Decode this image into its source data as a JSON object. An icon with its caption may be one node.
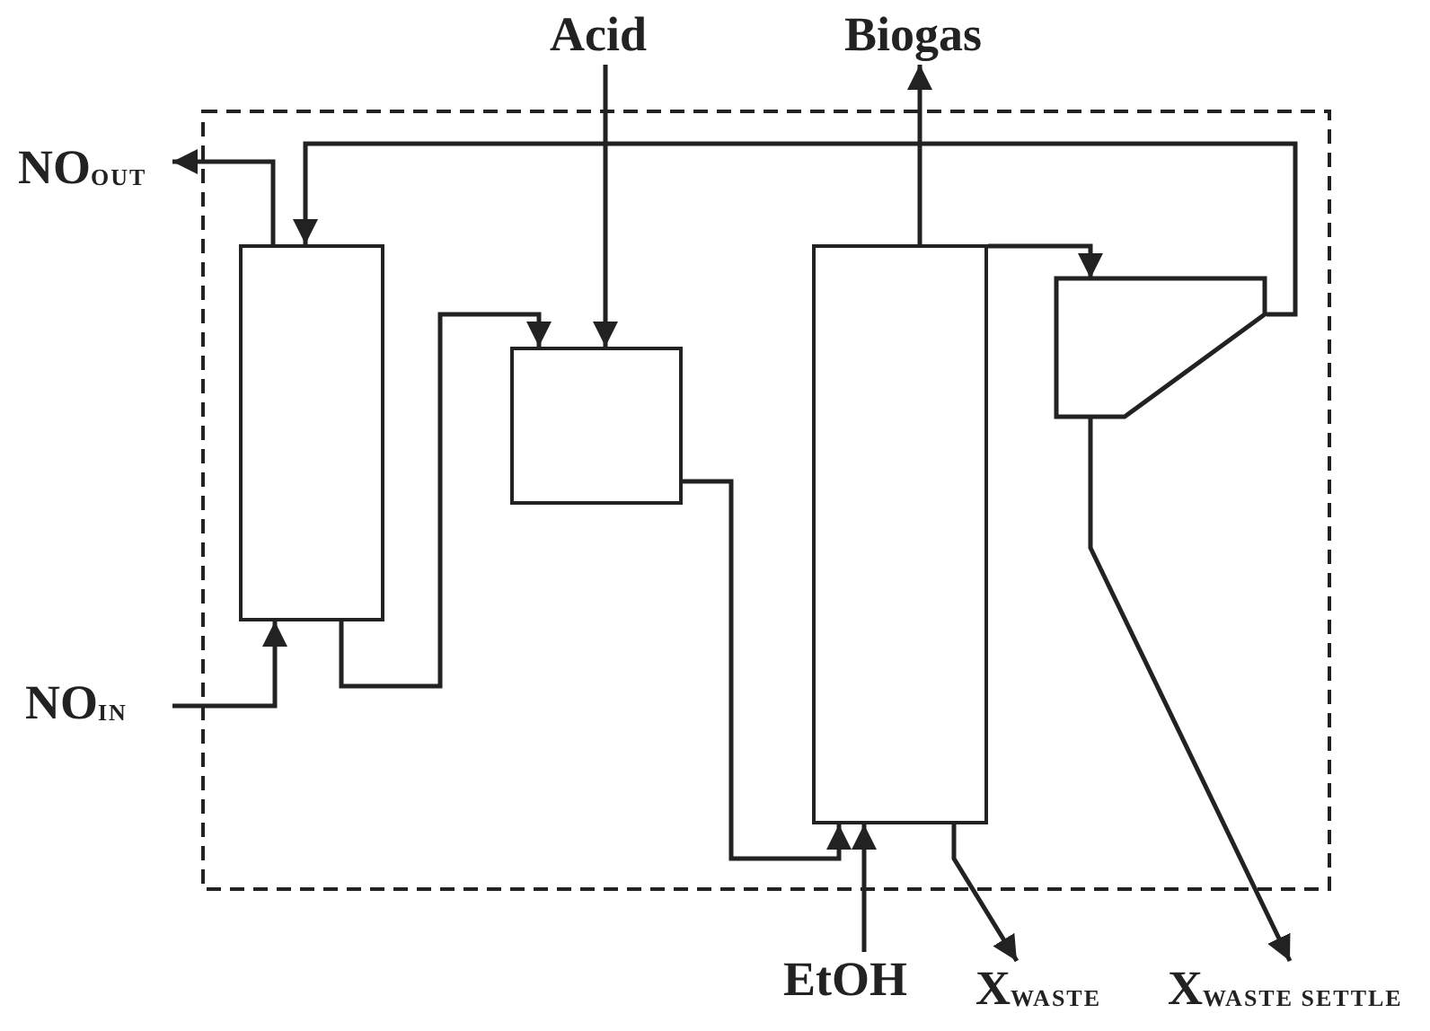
{
  "diagram": {
    "nodes": [
      {
        "text": [
          "NO$_{OUT}$"
        ]
      },
      {
        "text": [
          "Acid"
        ]
      },
      {
        "text": [
          "Biogas"
        ]
      },
      {
        "text": [],
        "shape": "box"
      },
      {
        "text": [],
        "shape": "box"
      },
      {
        "text": [],
        "shape": "box"
      },
      {
        "text": [],
        "shape": "trapezoid"
      },
      {
        "text": [
          "NO$_{IN}$"
        ]
      },
      {
        "text": [
          "EtOH"
        ]
      },
      {
        "text": [
          "X$_{WASTE}$"
        ]
      },
      {
        "text": [
          "X$_{WASTE SETTLE}$"
        ]
      }
    ],
    "edges": [
      {
        "from": 3,
        "to": 0,
        "arrow": "to"
      },
      {
        "from": 6,
        "to": 3,
        "arrow": "to"
      },
      {
        "from": 7,
        "to": 3,
        "arrow": "to"
      },
      {
        "from": 3,
        "to": 4,
        "arrow": "to"
      },
      {
        "from": 1,
        "to": 4,
        "arrow": "to"
      },
      {
        "from": 4,
        "to": 5,
        "arrow": "to"
      },
      {
        "from": 5,
        "to": 2,
        "arrow": "to"
      },
      {
        "from": 8,
        "to": 5,
        "arrow": "to"
      },
      {
        "from": 5,
        "to": 6,
        "arrow": "to"
      },
      {
        "from": 5,
        "to": 9,
        "arrow": "to"
      },
      {
        "from": 6,
        "to": 10,
        "arrow": "to"
      }
    ]
  }
}
